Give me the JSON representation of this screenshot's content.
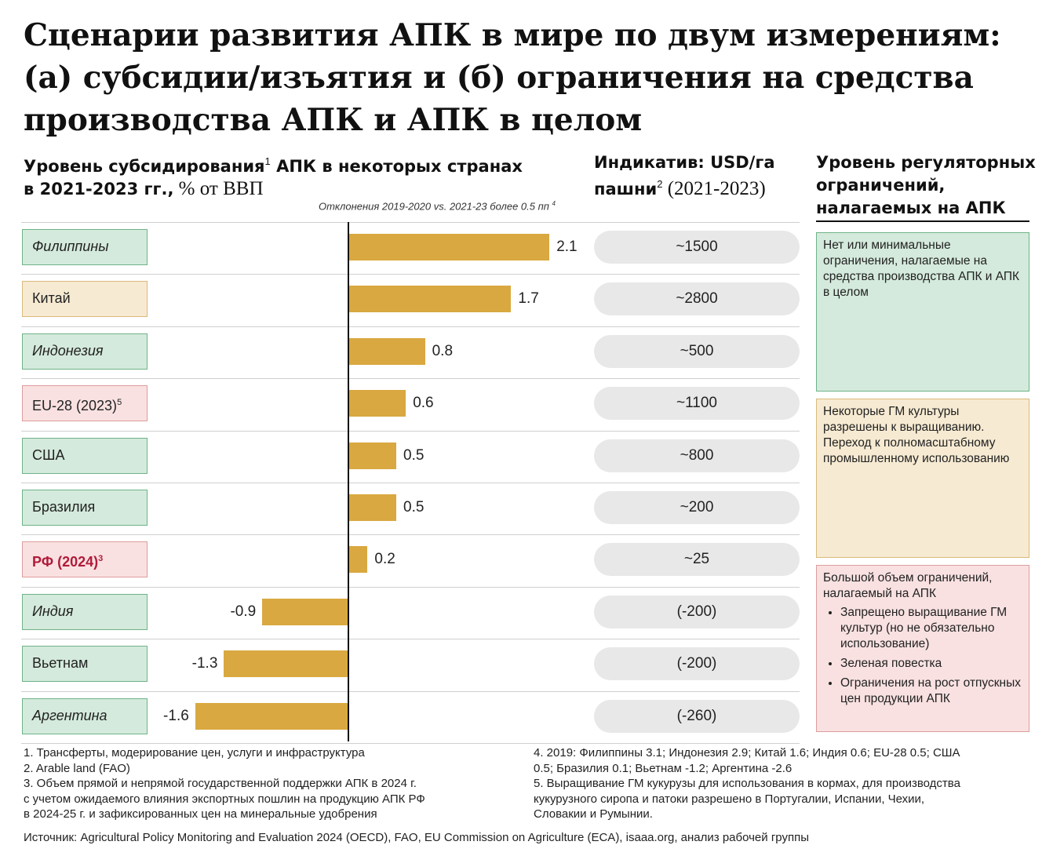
{
  "title": [
    "Сценарии развития АПК в мире по двум измерениям:",
    "(а) субсидии/изъятия и (б) ограничения на средства",
    "производства АПК и АПК в целом"
  ],
  "subsidy_header": {
    "bold_a": "Уровень субсидирования",
    "sup": "1",
    "bold_b": " АПК в некоторых странах",
    "bold_c": "в 2021-2023 гг.,",
    "rest": " % от ВВП"
  },
  "indicative_header": {
    "bold_a": "Индикатив: USD/га",
    "bold_b": "пашни",
    "sup": "2",
    "rest": " (2021-2023)"
  },
  "regulatory_header": [
    "Уровень регуляторных",
    "ограничений,",
    "налагаемых на АПК"
  ],
  "deviation_note": "Отклонения 2019-2020 vs. 2021-23 более 0.5 пп",
  "deviation_sup": "4",
  "chart_data": {
    "type": "bar",
    "orientation": "horizontal",
    "categories": [
      "Филиппины",
      "Китай",
      "Индонезия",
      "EU-28 (2023)",
      "США",
      "Бразилия",
      "РФ (2024)",
      "Индия",
      "Вьетнам",
      "Аргентина"
    ],
    "category_sups": [
      "",
      "",
      "",
      "5",
      "",
      "",
      "3",
      "",
      "",
      ""
    ],
    "values": [
      2.1,
      1.7,
      0.8,
      0.6,
      0.5,
      0.5,
      0.2,
      -0.9,
      -1.3,
      -1.6
    ],
    "value_labels": [
      "2.1",
      "1.7",
      "0.8",
      "0.6",
      "0.5",
      "0.5",
      "0.2",
      "-0.9",
      "-1.3",
      "-1.6"
    ],
    "category_colors": [
      "green",
      "yellow",
      "green",
      "pink",
      "green",
      "green",
      "pink",
      "green",
      "green",
      "green"
    ],
    "category_italic": [
      true,
      false,
      true,
      false,
      false,
      false,
      false,
      true,
      false,
      true
    ],
    "category_bold": [
      false,
      false,
      false,
      false,
      false,
      false,
      true,
      false,
      false,
      false
    ],
    "indicative": [
      "~1500",
      "~2800",
      "~500",
      "~1100",
      "~800",
      "~200",
      "~25",
      "(-200)",
      "(-200)",
      "(-260)"
    ],
    "bar_color": "#d9a840",
    "title": "Уровень субсидирования АПК в некоторых странах в 2021-2023 гг., % от ВВП",
    "xlabel": "",
    "ylabel": ""
  },
  "regulatory": {
    "green": "Нет или минимальные ограничения, налагаемые на средства производства АПК и АПК в целом",
    "yellow": "Некоторые ГМ культуры разрешены к выращиванию. Переход к полномасштабному промышленному использованию",
    "pink_intro": "Большой объем ограничений, налагаемый на АПК",
    "pink_items": [
      "Запрещено выращивание ГМ культур (но не обязательно использование)",
      "Зеленая повестка",
      "Ограничения на рост отпускных цен продукции АПК"
    ]
  },
  "colors": {
    "green_fill": "#d4eadc",
    "green_border": "#6fb388",
    "yellow_fill": "#f6ead2",
    "yellow_border": "#d9ba7a",
    "pink_fill": "#f9e1e1",
    "pink_border": "#dd9d9d",
    "accent_red": "#b11b3a"
  },
  "footnotes_left": [
    "1. Трансферты, модерирование цен, услуги и инфраструктура",
    "2. Arable land (FAO)",
    "3. Объем прямой и непрямой государственной поддержки АПК в 2024 г.",
    "с учетом ожидаемого влияния экспортных пошлин на продукцию АПК РФ",
    "в 2024-25 г. и зафиксированных цен на минеральные удобрения"
  ],
  "footnotes_right": [
    "4. 2019: Филиппины 3.1; Индонезия 2.9; Китай 1.6; Индия 0.6; EU-28 0.5; США",
    "0.5; Бразилия 0.1; Вьетнам -1.2; Аргентина -2.6",
    "5. Выращивание ГМ кукурузы для использования в кормах, для производства",
    "кукурузного сиропа и патоки разрешено в Португалии, Испании, Чехии,",
    "Словакии и Румынии."
  ],
  "source": "Источник: Agricultural Policy Monitoring and Evaluation 2024 (OECD), FAO, EU Commission on Agriculture (ECA), isaaa.org, анализ рабочей группы"
}
